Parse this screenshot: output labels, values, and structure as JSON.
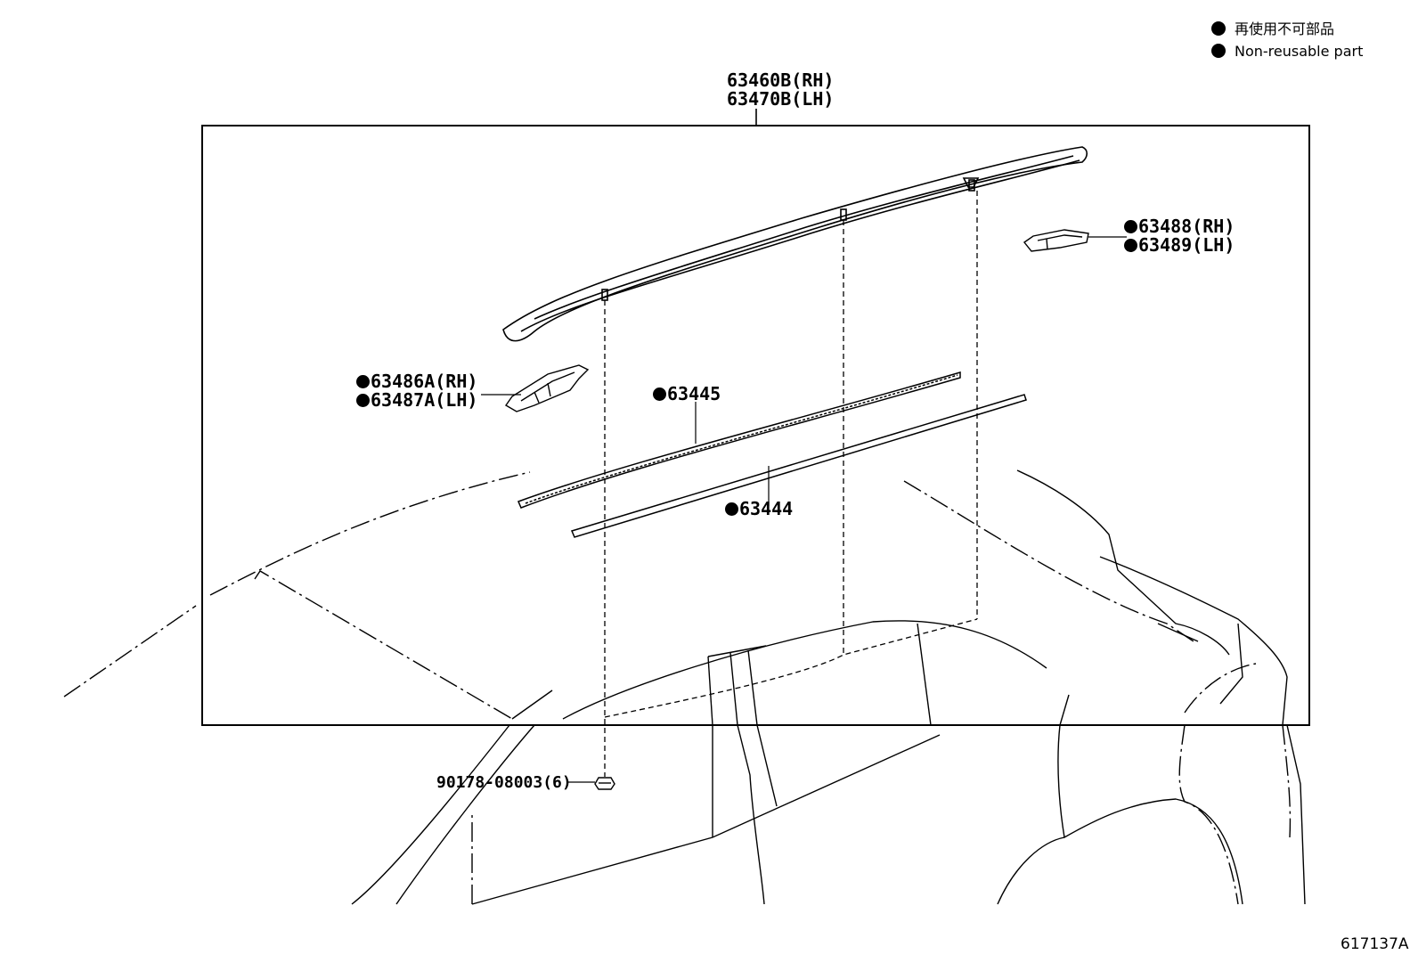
{
  "legend": [
    {
      "icon": "filled-circle-icon",
      "text": "再使用不可部品"
    },
    {
      "icon": "filled-circle-icon",
      "text": "Non-reusable part"
    }
  ],
  "callouts": {
    "rail_rh": "63460B(RH)",
    "rail_lh": "63470B(LH)",
    "cover_rear_rh": "63488(RH)",
    "cover_rear_lh": "63489(LH)",
    "cover_front_rh": "63486A(RH)",
    "cover_front_lh": "63487A(LH)",
    "gasket_upper": "63445",
    "gasket_lower": "63444",
    "clip": "90178-08003(6)"
  },
  "figure_id": "617137A"
}
